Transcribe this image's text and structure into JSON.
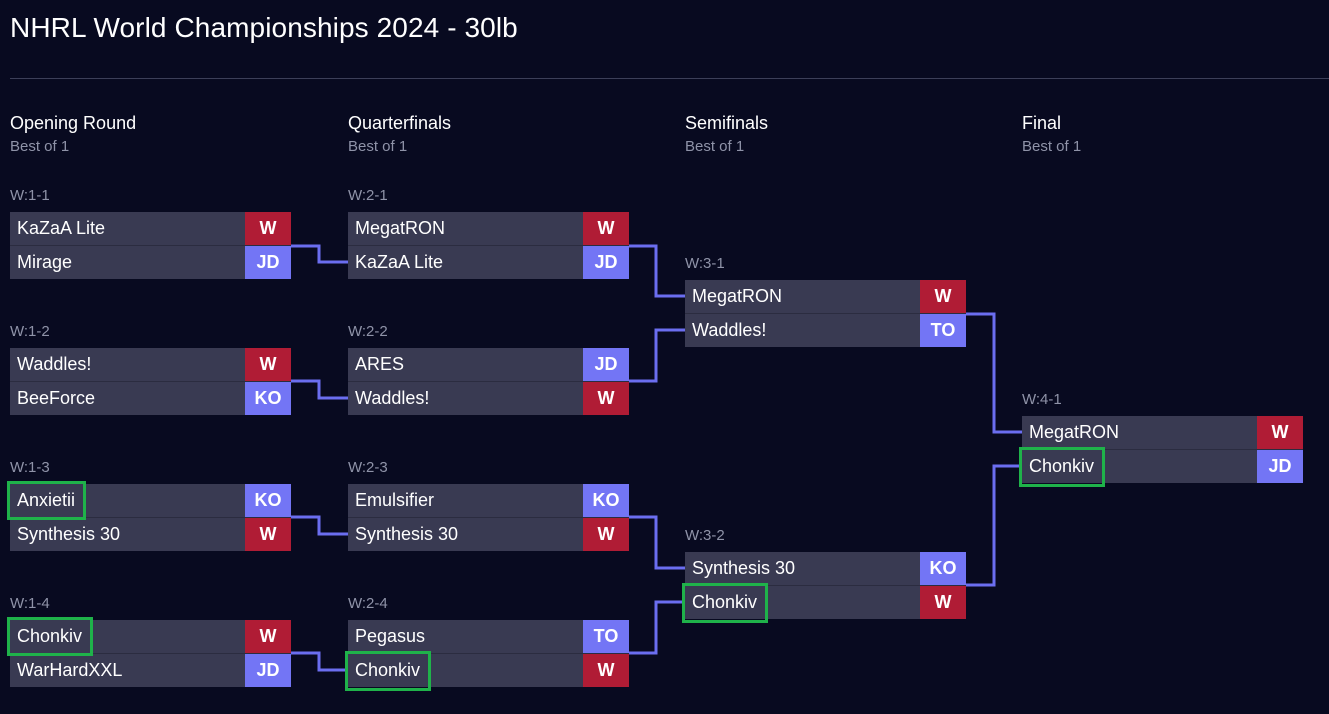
{
  "page": {
    "title": "NHRL World Championships 2024 - 30lb"
  },
  "colors": {
    "background": "#080a20",
    "slot_bg": "#393a52",
    "win": "#b01c35",
    "loss": "#7375f5",
    "connector": "#6b6ef0",
    "highlight": "#1fb24a"
  },
  "rounds": [
    {
      "name": "Opening Round",
      "format": "Best of 1"
    },
    {
      "name": "Quarterfinals",
      "format": "Best of 1"
    },
    {
      "name": "Semifinals",
      "format": "Best of 1"
    },
    {
      "name": "Final",
      "format": "Best of 1"
    }
  ],
  "matches": {
    "m11": {
      "id": "W:1-1",
      "top": {
        "name": "KaZaA Lite",
        "result": "W"
      },
      "bottom": {
        "name": "Mirage",
        "result": "JD"
      }
    },
    "m12": {
      "id": "W:1-2",
      "top": {
        "name": "Waddles!",
        "result": "W"
      },
      "bottom": {
        "name": "BeeForce",
        "result": "KO"
      }
    },
    "m13": {
      "id": "W:1-3",
      "top": {
        "name": "Anxietii",
        "result": "KO",
        "highlighted": true
      },
      "bottom": {
        "name": "Synthesis 30",
        "result": "W"
      }
    },
    "m14": {
      "id": "W:1-4",
      "top": {
        "name": "Chonkiv",
        "result": "W",
        "highlighted": true
      },
      "bottom": {
        "name": "WarHardXXL",
        "result": "JD"
      }
    },
    "m21": {
      "id": "W:2-1",
      "top": {
        "name": "MegatRON",
        "result": "W"
      },
      "bottom": {
        "name": "KaZaA Lite",
        "result": "JD"
      }
    },
    "m22": {
      "id": "W:2-2",
      "top": {
        "name": "ARES",
        "result": "JD"
      },
      "bottom": {
        "name": "Waddles!",
        "result": "W"
      }
    },
    "m23": {
      "id": "W:2-3",
      "top": {
        "name": "Emulsifier",
        "result": "KO"
      },
      "bottom": {
        "name": "Synthesis 30",
        "result": "W"
      }
    },
    "m24": {
      "id": "W:2-4",
      "top": {
        "name": "Pegasus",
        "result": "TO"
      },
      "bottom": {
        "name": "Chonkiv",
        "result": "W",
        "highlighted": true
      }
    },
    "m31": {
      "id": "W:3-1",
      "top": {
        "name": "MegatRON",
        "result": "W"
      },
      "bottom": {
        "name": "Waddles!",
        "result": "TO"
      }
    },
    "m32": {
      "id": "W:3-2",
      "top": {
        "name": "Synthesis 30",
        "result": "KO"
      },
      "bottom": {
        "name": "Chonkiv",
        "result": "W",
        "highlighted": true
      }
    },
    "m41": {
      "id": "W:4-1",
      "top": {
        "name": "MegatRON",
        "result": "W"
      },
      "bottom": {
        "name": "Chonkiv",
        "result": "JD",
        "highlighted": true
      }
    }
  }
}
